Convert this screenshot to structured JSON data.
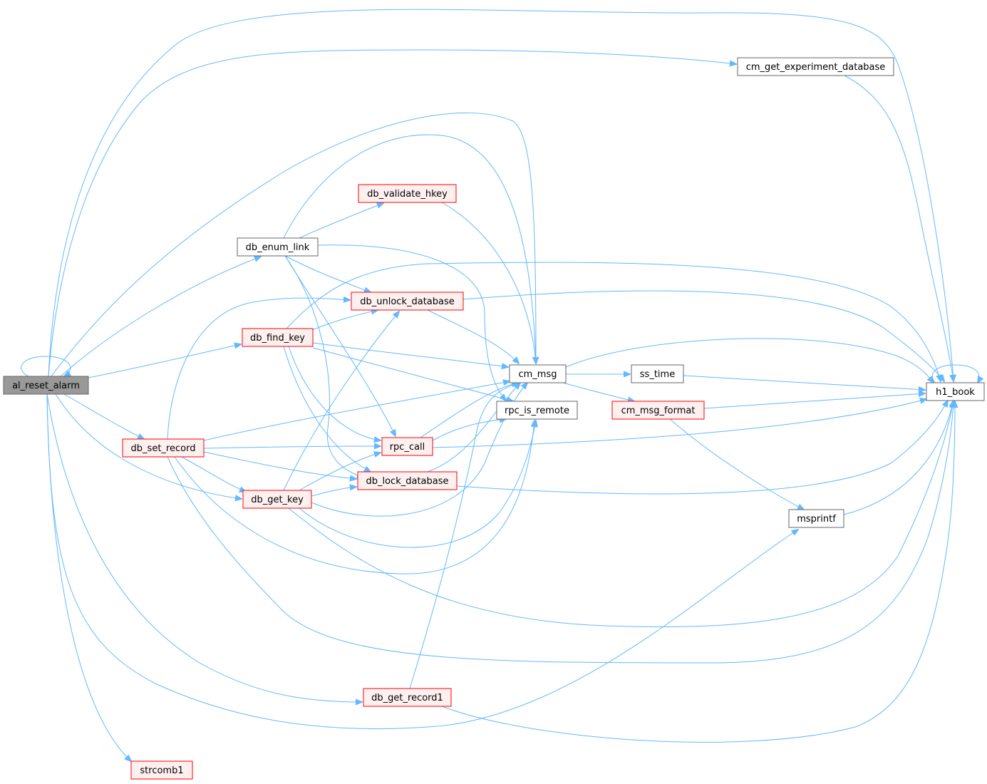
{
  "graph": {
    "nodes": [
      {
        "id": "al_reset_alarm",
        "label": "al_reset_alarm",
        "style": "root"
      },
      {
        "id": "h1_book",
        "label": "h1_book",
        "style": "normal"
      },
      {
        "id": "cm_get_experiment_database",
        "label": "cm_get_experiment_database",
        "style": "normal"
      },
      {
        "id": "cm_msg",
        "label": "cm_msg",
        "style": "normal"
      },
      {
        "id": "db_enum_link",
        "label": "db_enum_link",
        "style": "normal"
      },
      {
        "id": "db_validate_hkey",
        "label": "db_validate_hkey",
        "style": "truncated"
      },
      {
        "id": "db_unlock_database",
        "label": "db_unlock_database",
        "style": "truncated"
      },
      {
        "id": "db_find_key",
        "label": "db_find_key",
        "style": "truncated"
      },
      {
        "id": "ss_time",
        "label": "ss_time",
        "style": "normal"
      },
      {
        "id": "rpc_is_remote",
        "label": "rpc_is_remote",
        "style": "normal"
      },
      {
        "id": "cm_msg_format",
        "label": "cm_msg_format",
        "style": "truncated"
      },
      {
        "id": "db_set_record",
        "label": "db_set_record",
        "style": "truncated"
      },
      {
        "id": "rpc_call",
        "label": "rpc_call",
        "style": "truncated"
      },
      {
        "id": "db_lock_database",
        "label": "db_lock_database",
        "style": "truncated"
      },
      {
        "id": "db_get_key",
        "label": "db_get_key",
        "style": "truncated"
      },
      {
        "id": "msprintf",
        "label": "msprintf",
        "style": "normal"
      },
      {
        "id": "db_get_record1",
        "label": "db_get_record1",
        "style": "truncated"
      },
      {
        "id": "strcomb1",
        "label": "strcomb1",
        "style": "truncated"
      }
    ],
    "edges": [
      [
        "al_reset_alarm",
        "al_reset_alarm"
      ],
      [
        "al_reset_alarm",
        "h1_book"
      ],
      [
        "al_reset_alarm",
        "cm_get_experiment_database"
      ],
      [
        "al_reset_alarm",
        "cm_msg"
      ],
      [
        "al_reset_alarm",
        "db_enum_link"
      ],
      [
        "al_reset_alarm",
        "db_find_key"
      ],
      [
        "al_reset_alarm",
        "db_set_record"
      ],
      [
        "al_reset_alarm",
        "db_get_key"
      ],
      [
        "al_reset_alarm",
        "db_get_record1"
      ],
      [
        "al_reset_alarm",
        "msprintf"
      ],
      [
        "al_reset_alarm",
        "strcomb1"
      ],
      [
        "cm_get_experiment_database",
        "h1_book"
      ],
      [
        "db_enum_link",
        "cm_msg"
      ],
      [
        "db_enum_link",
        "db_validate_hkey"
      ],
      [
        "db_enum_link",
        "db_unlock_database"
      ],
      [
        "db_enum_link",
        "rpc_is_remote"
      ],
      [
        "db_enum_link",
        "rpc_call"
      ],
      [
        "db_enum_link",
        "db_lock_database"
      ],
      [
        "db_validate_hkey",
        "cm_msg"
      ],
      [
        "db_unlock_database",
        "cm_msg"
      ],
      [
        "db_unlock_database",
        "h1_book"
      ],
      [
        "db_find_key",
        "h1_book"
      ],
      [
        "db_find_key",
        "db_unlock_database"
      ],
      [
        "db_find_key",
        "cm_msg"
      ],
      [
        "db_find_key",
        "rpc_is_remote"
      ],
      [
        "db_find_key",
        "rpc_call"
      ],
      [
        "db_find_key",
        "db_lock_database"
      ],
      [
        "cm_msg",
        "h1_book"
      ],
      [
        "cm_msg",
        "ss_time"
      ],
      [
        "cm_msg",
        "cm_msg_format"
      ],
      [
        "ss_time",
        "h1_book"
      ],
      [
        "cm_msg_format",
        "h1_book"
      ],
      [
        "cm_msg_format",
        "msprintf"
      ],
      [
        "msprintf",
        "h1_book"
      ],
      [
        "h1_book",
        "h1_book"
      ],
      [
        "rpc_call",
        "cm_msg"
      ],
      [
        "rpc_call",
        "rpc_is_remote"
      ],
      [
        "rpc_call",
        "h1_book"
      ],
      [
        "db_lock_database",
        "h1_book"
      ],
      [
        "db_lock_database",
        "cm_msg"
      ],
      [
        "db_set_record",
        "db_unlock_database"
      ],
      [
        "db_set_record",
        "cm_msg"
      ],
      [
        "db_set_record",
        "rpc_call"
      ],
      [
        "db_set_record",
        "db_lock_database"
      ],
      [
        "db_set_record",
        "db_get_key"
      ],
      [
        "db_set_record",
        "rpc_is_remote"
      ],
      [
        "db_set_record",
        "h1_book"
      ],
      [
        "db_get_key",
        "db_unlock_database"
      ],
      [
        "db_get_key",
        "rpc_call"
      ],
      [
        "db_get_key",
        "db_lock_database"
      ],
      [
        "db_get_key",
        "cm_msg"
      ],
      [
        "db_get_key",
        "rpc_is_remote"
      ],
      [
        "db_get_key",
        "h1_book"
      ],
      [
        "db_get_record1",
        "cm_msg"
      ],
      [
        "db_get_record1",
        "h1_book"
      ]
    ]
  },
  "colors": {
    "edge": "#63b8ff",
    "node_border": "#666666",
    "truncated_border": "#ff0000",
    "truncated_fill": "#fff0f0",
    "root_fill": "#999999"
  }
}
